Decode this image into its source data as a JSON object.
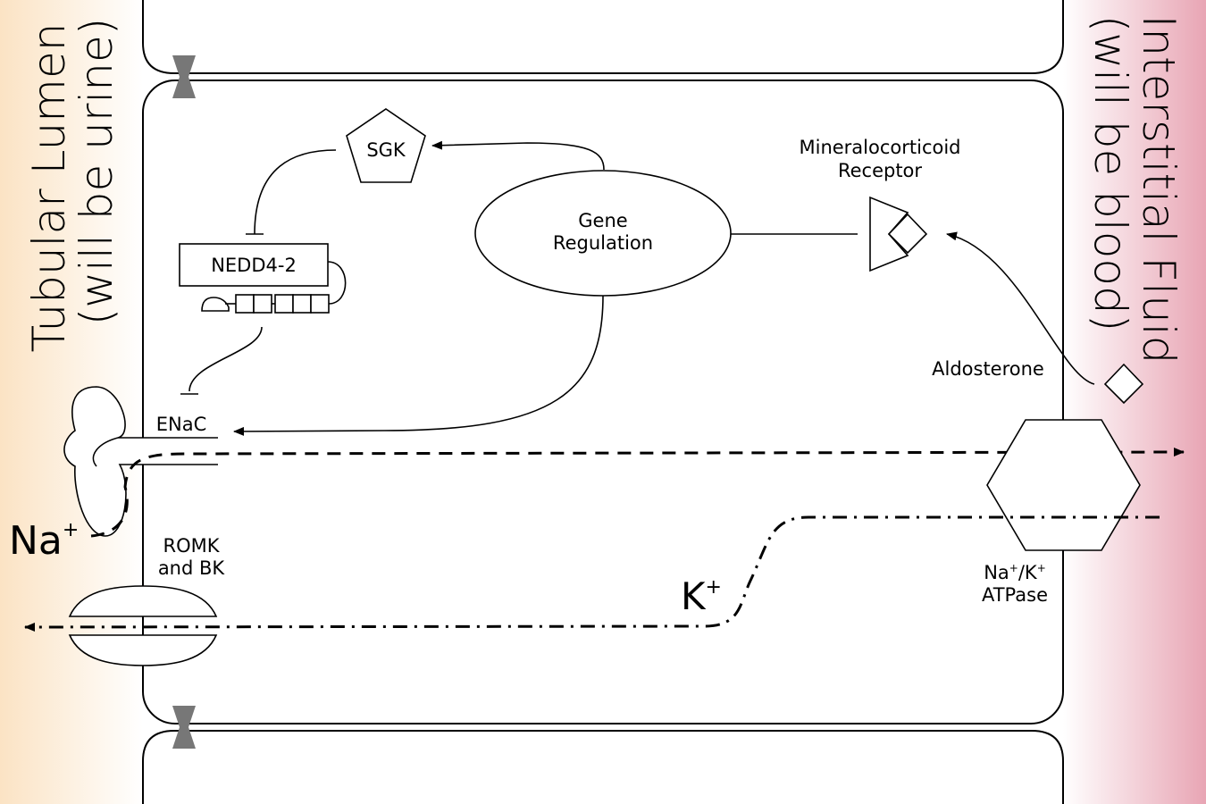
{
  "regions": {
    "lumen_title": "Tubular Lumen",
    "lumen_subtitle": "(will be urine)",
    "interstitial_title": "Interstitial Fluid",
    "interstitial_subtitle": "(will be blood)"
  },
  "labels": {
    "sgk": "SGK",
    "nedd": "NEDD4-2",
    "gene_line1": "Gene",
    "gene_line2": "Regulation",
    "mr_line1": "Mineralocorticoid",
    "mr_line2": "Receptor",
    "aldosterone": "Aldosterone",
    "enac": "ENaC",
    "na_ion": "Na",
    "k_ion": "K",
    "plus": "+",
    "romk_line1": "ROMK",
    "romk_line2": "and BK",
    "atpase_line1": "Na",
    "atpase_line2": "/K",
    "atpase_line3": "ATPase"
  },
  "colors": {
    "lumen_gradient": [
      "#fbe3c4",
      "#ffffff"
    ],
    "interstitial_gradient": [
      "#ffffff",
      "#e8a5b4"
    ],
    "tight_junction": "#777777",
    "stroke": "#000000"
  }
}
